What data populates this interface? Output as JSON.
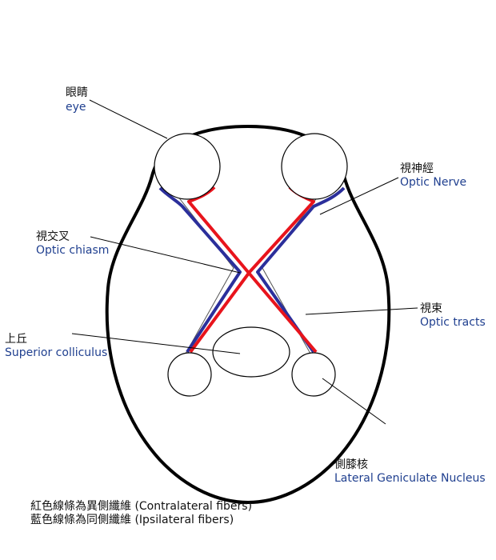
{
  "labels": {
    "eye": {
      "zh": "眼睛",
      "en": "eye"
    },
    "optic_nerve": {
      "zh": "視神經",
      "en": "Optic Nerve"
    },
    "optic_chiasm": {
      "zh": "視交叉",
      "en": "Optic chiasm"
    },
    "optic_tracts": {
      "zh": "視束",
      "en": "Optic tracts"
    },
    "superior_colliculus": {
      "zh": "上丘",
      "en": "Superior colliculus"
    },
    "lgn": {
      "zh": "側膝核",
      "en": "Lateral Geniculate Nucleus"
    }
  },
  "legend": {
    "contralateral": "紅色線條為異側纖維 (Contralateral fibers)",
    "ipsilateral": "藍色線條為同側纖維 (Ipsilateral fibers)"
  },
  "colors": {
    "contralateral": "#e8141c",
    "ipsilateral": "#2b2f9b",
    "outline": "#000000"
  }
}
